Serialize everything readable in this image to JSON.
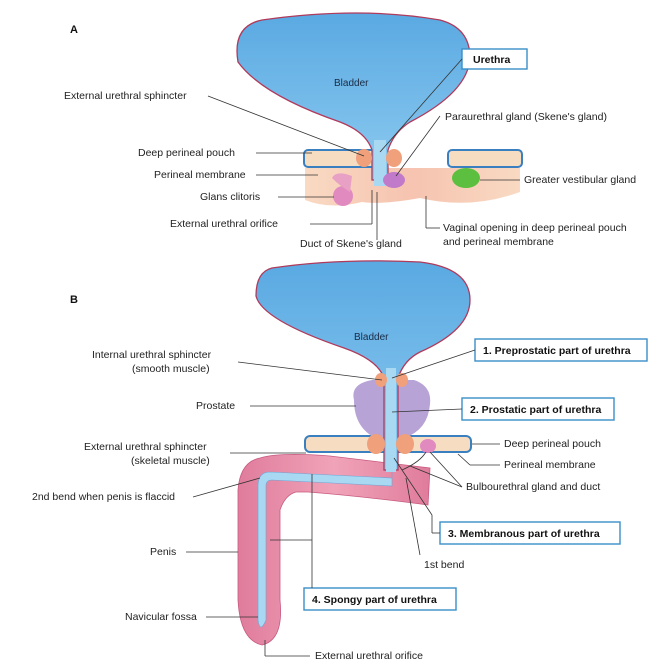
{
  "panels": {
    "a": "A",
    "b": "B"
  },
  "a": {
    "bladder": "Bladder",
    "urethra_box": "Urethra",
    "ext_sphincter": "External urethral sphincter",
    "deep_pouch": "Deep perineal pouch",
    "perineal_membrane": "Perineal membrane",
    "glans": "Glans clitoris",
    "ext_orifice": "External urethral orifice",
    "duct_skene": "Duct of Skene's gland",
    "paraurethral": "Paraurethral gland (Skene's gland)",
    "greater_vestibular": "Greater vestibular gland",
    "vaginal_1": "Vaginal opening in deep perineal pouch",
    "vaginal_2": "and perineal membrane"
  },
  "b": {
    "bladder": "Bladder",
    "int_sphincter_1": "Internal urethral sphincter",
    "int_sphincter_2": "(smooth muscle)",
    "prostate": "Prostate",
    "ext_sphincter_1": "External urethral sphincter",
    "ext_sphincter_2": "(skeletal muscle)",
    "second_bend": "2nd bend when penis is flaccid",
    "penis": "Penis",
    "navicular": "Navicular fossa",
    "ext_orifice": "External urethral orifice",
    "box1": "1. Preprostatic part of urethra",
    "box2": "2. Prostatic part of urethra",
    "box3": "3. Membranous part of urethra",
    "box4": "4. Spongy part of urethra",
    "deep_pouch": "Deep perineal pouch",
    "perineal_membrane": "Perineal membrane",
    "bulbourethral": "Bulbourethral gland and duct",
    "first_bend": "1st bend"
  },
  "colors": {
    "bladder": "#6fb5e6",
    "bladder_outline": "#b03a5b",
    "urethra": "#a9d8f2",
    "sphincter": "#f0a07a",
    "pouch": "#f6ddc2",
    "membrane": "#3a7fbf",
    "penis": "#e88aa6",
    "prostate": "#b7a3d6",
    "gland_green": "#5cbf3f",
    "gland_pink": "#e08ac0",
    "box_border": "#3a8fc7"
  }
}
